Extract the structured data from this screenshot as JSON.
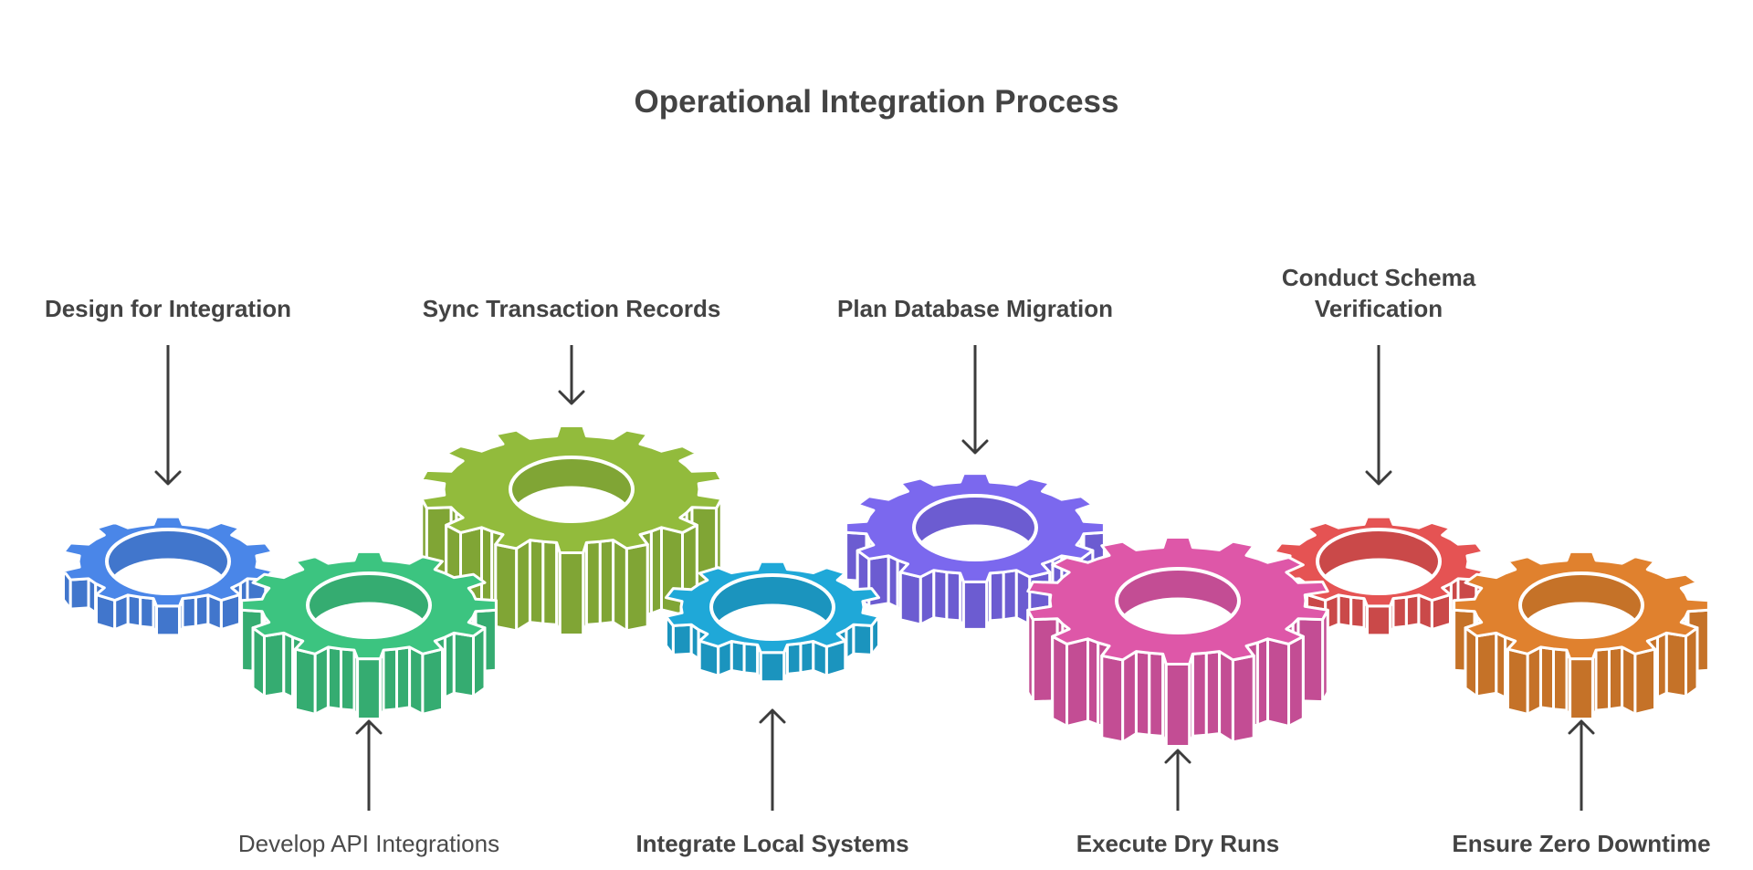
{
  "title": "Operational Integration Process",
  "steps": [
    {
      "id": "design",
      "label_lines": [
        "Design for Integration"
      ],
      "color": "#4A86E8",
      "position": "top",
      "weight": "bold"
    },
    {
      "id": "api",
      "label_lines": [
        "Develop API Integrations"
      ],
      "color": "#3CC480",
      "position": "bottom",
      "weight": "regular"
    },
    {
      "id": "sync",
      "label_lines": [
        "Sync Transaction Records"
      ],
      "color": "#92BB3C",
      "position": "top",
      "weight": "bold"
    },
    {
      "id": "local",
      "label_lines": [
        "Integrate Local Systems"
      ],
      "color": "#1FA8D8",
      "position": "bottom",
      "weight": "bold"
    },
    {
      "id": "migration",
      "label_lines": [
        "Plan Database Migration"
      ],
      "color": "#7B68EE",
      "position": "top",
      "weight": "bold"
    },
    {
      "id": "dryrun",
      "label_lines": [
        "Execute Dry Runs"
      ],
      "color": "#DE57A8",
      "position": "bottom",
      "weight": "bold"
    },
    {
      "id": "schema",
      "label_lines": [
        "Conduct Schema",
        "Verification"
      ],
      "color": "#E55353",
      "position": "top",
      "weight": "bold"
    },
    {
      "id": "downtime",
      "label_lines": [
        "Ensure Zero Downtime"
      ],
      "color": "#E0812E",
      "position": "bottom",
      "weight": "bold"
    }
  ]
}
